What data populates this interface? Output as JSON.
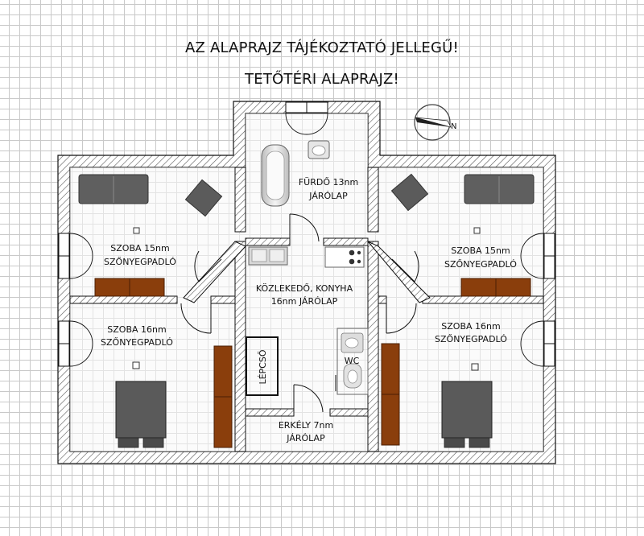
{
  "title_line1": "AZ ALAPRAJZ TÁJÉKOZTATÓ JELLEGŰ!",
  "title_line2": "TETŐTÉRI ALAPRAJZ!",
  "compass_label": "N",
  "rooms": {
    "bathroom": {
      "name": "FÜRDŐ 13nm",
      "floor": "JÁRÓLAP"
    },
    "room_top_left": {
      "name": "SZOBA 15nm",
      "floor": "SZŐNYEGPADLÓ"
    },
    "room_top_right": {
      "name": "SZOBA 15nm",
      "floor": "SZŐNYEGPADLÓ"
    },
    "hall_kitchen": {
      "name": "KÖZLEKEDŐ, KONYHA",
      "floor": "16nm JÁRÓLAP"
    },
    "room_bottom_left": {
      "name": "SZOBA 16nm",
      "floor": "SZŐNYEGPADLÓ"
    },
    "room_bottom_right": {
      "name": "SZOBA 16nm",
      "floor": "SZŐNYEGPADLÓ"
    },
    "stairs": {
      "name": "LÉPCSŐ"
    },
    "wc": {
      "name": "WC"
    },
    "balcony": {
      "name": "ERKÉLY 7nm",
      "floor": "JÁRÓLAP"
    }
  },
  "colors": {
    "wall_fill": "#ffffff",
    "wall_hatch": "#555555",
    "wall_outline": "#111111",
    "room_floor": "#f7f7f7",
    "sofa": "#5f5f5f",
    "bed": "#5a5a5a",
    "wardrobe": "#8a3e0c",
    "fixture": "#d8d8d8",
    "door_green": "#3f8f3f"
  }
}
